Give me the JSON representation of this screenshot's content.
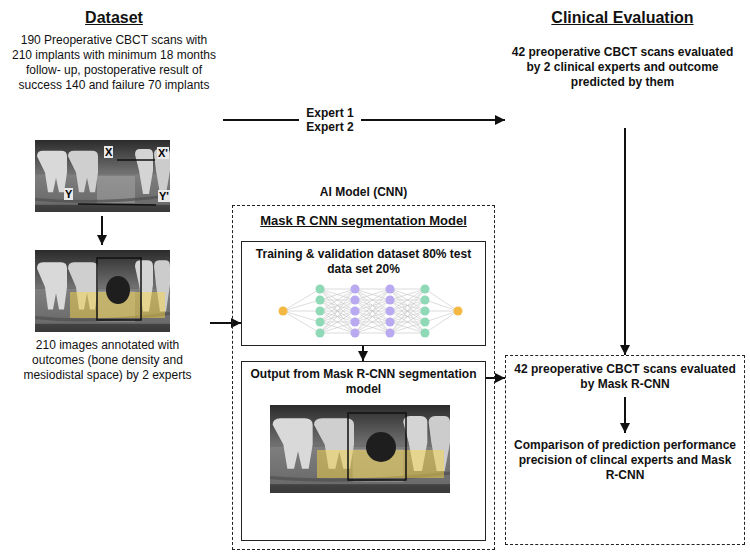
{
  "diagram": {
    "nodes": [
      {
        "text": [
          "Dataset",
          "190 Preoperative CBCT scans with 210 implants with minimum 18 months follow- up, postoperative result of success 140 and failure 70 implants"
        ]
      },
      {
        "text": [
          "210 images annotated with outcomes (bone density and mesiodistal space) by 2 experts"
        ]
      },
      {
        "text": [
          "Clinical Evaluation",
          "42 preoperative CBCT scans evaluated by 2 clinical experts and outcome predicted by them"
        ]
      },
      {
        "text": [
          "AI Model (CNN)",
          "Mask R CNN segmentation Model"
        ]
      },
      {
        "text": [
          "Training & validation dataset 80% test data set 20%"
        ],
        "in": 3
      },
      {
        "text": [
          "Output from Mask R-CNN segmentation model"
        ],
        "in": 3
      },
      {
        "text": [
          "42 preoperative CBCT scans evaluated by Mask R-CNN",
          "Comparison of prediction performance precision of clincal experts and Mask R-CNN"
        ]
      }
    ],
    "edges": [
      {
        "from": 0,
        "to": 2,
        "label": "Expert 1 Expert 2",
        "arrow": "to"
      },
      {
        "from": 0,
        "to": 1,
        "arrow": "to"
      },
      {
        "from": 1,
        "to": 4,
        "arrow": "to"
      },
      {
        "from": 4,
        "to": 5,
        "arrow": "to"
      },
      {
        "from": 2,
        "to": 6,
        "arrow": "to"
      },
      {
        "from": 5,
        "to": 6,
        "arrow": "to"
      }
    ],
    "labels": [
      "X",
      "X'",
      "Y",
      "Y'"
    ]
  }
}
